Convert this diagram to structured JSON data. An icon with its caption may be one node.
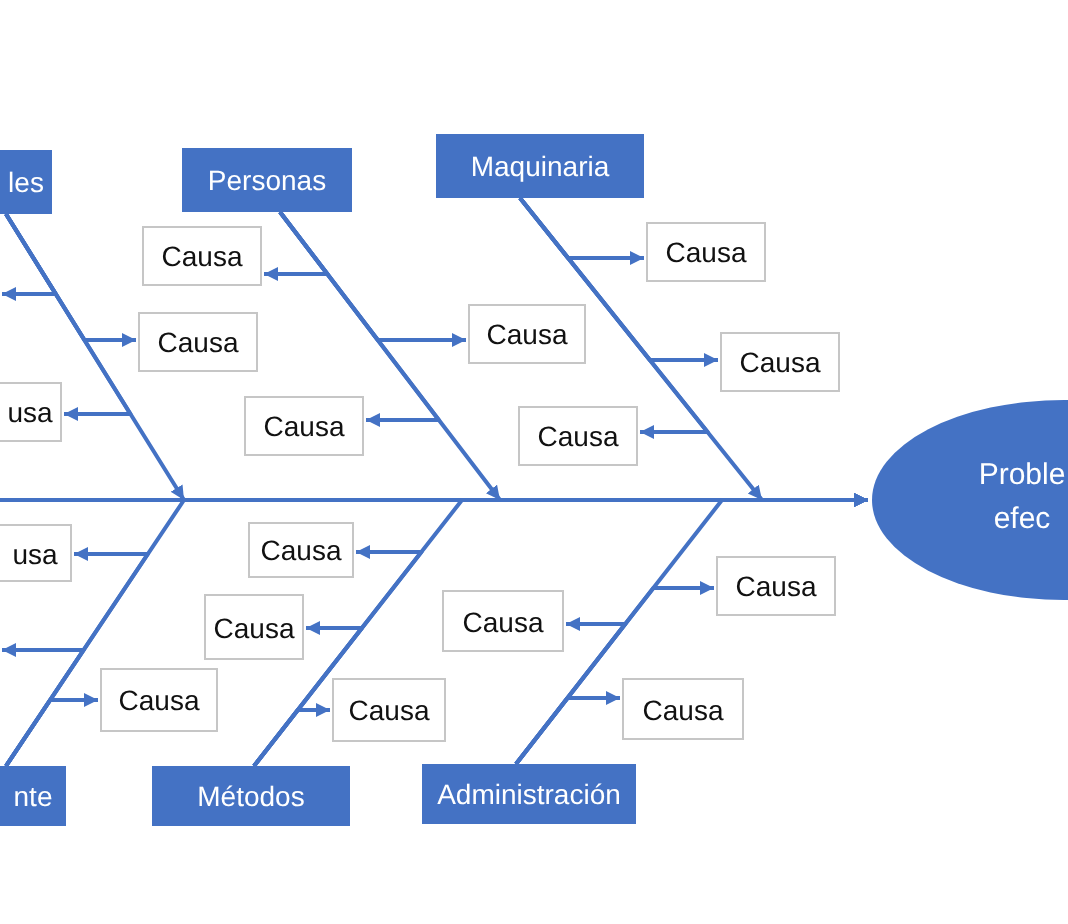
{
  "diagram": {
    "nodes": [
      {
        "text": [
          "les"
        ]
      },
      {
        "text": [
          "Causa"
        ]
      },
      {
        "text": [
          "usa"
        ]
      },
      {
        "text": [
          "Personas"
        ]
      },
      {
        "text": [
          "Causa"
        ]
      },
      {
        "text": [
          "Causa"
        ]
      },
      {
        "text": [
          "Causa"
        ]
      },
      {
        "text": [
          "Maquinaria"
        ]
      },
      {
        "text": [
          "Causa"
        ]
      },
      {
        "text": [
          "Causa"
        ]
      },
      {
        "text": [
          "Causa"
        ]
      },
      {
        "text": [
          "Proble efec"
        ]
      },
      {
        "text": [
          "usa"
        ]
      },
      {
        "text": [
          "Causa"
        ]
      },
      {
        "text": [
          "nte"
        ]
      },
      {
        "text": [
          "Causa"
        ]
      },
      {
        "text": [
          "Causa"
        ]
      },
      {
        "text": [
          "Causa"
        ]
      },
      {
        "text": [
          "Métodos"
        ]
      },
      {
        "text": [
          "Causa"
        ]
      },
      {
        "text": [
          "Causa"
        ]
      },
      {
        "text": [
          "Causa"
        ]
      },
      {
        "text": [
          "Administración"
        ]
      }
    ],
    "edges": [
      {
        "from": 0,
        "to": null,
        "arrow": "to"
      },
      {
        "from": 0,
        "to": 1,
        "arrow": "to"
      },
      {
        "from": 0,
        "to": 2,
        "arrow": "to"
      },
      {
        "from": 3,
        "to": 4,
        "arrow": "to"
      },
      {
        "from": 3,
        "to": 5,
        "arrow": "to"
      },
      {
        "from": 3,
        "to": 6,
        "arrow": "to"
      },
      {
        "from": 7,
        "to": 8,
        "arrow": "to"
      },
      {
        "from": 7,
        "to": 9,
        "arrow": "to"
      },
      {
        "from": 7,
        "to": 10,
        "arrow": "to"
      },
      {
        "from": 14,
        "to": 12,
        "arrow": "to"
      },
      {
        "from": 14,
        "to": null,
        "arrow": "to"
      },
      {
        "from": 14,
        "to": 13,
        "arrow": "to"
      },
      {
        "from": 18,
        "to": 15,
        "arrow": "to"
      },
      {
        "from": 18,
        "to": 16,
        "arrow": "to"
      },
      {
        "from": 18,
        "to": 17,
        "arrow": "to"
      },
      {
        "from": 22,
        "to": 19,
        "arrow": "to"
      },
      {
        "from": 22,
        "to": 20,
        "arrow": "to"
      },
      {
        "from": 22,
        "to": 21,
        "arrow": "to"
      },
      {
        "from": 0,
        "to": 11,
        "arrow": "to"
      },
      {
        "from": 3,
        "to": 11,
        "arrow": "to"
      },
      {
        "from": 7,
        "to": 11,
        "arrow": "to"
      },
      {
        "from": 14,
        "to": 11,
        "arrow": "to"
      },
      {
        "from": 18,
        "to": 11,
        "arrow": "to"
      },
      {
        "from": 22,
        "to": 11,
        "arrow": "to"
      }
    ]
  }
}
